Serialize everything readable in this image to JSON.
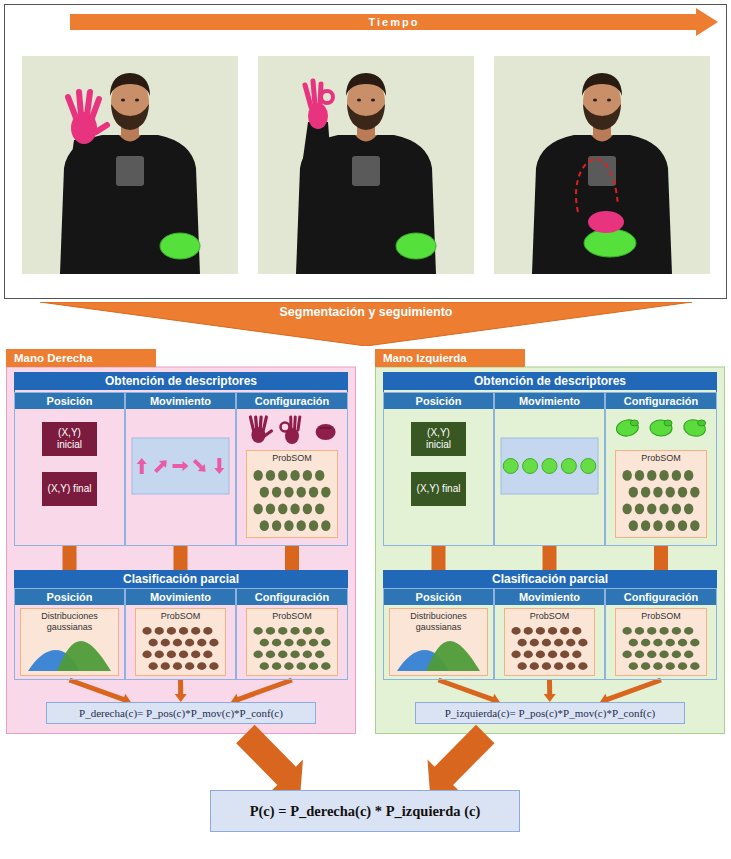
{
  "diagram": {
    "nodes": [
      {
        "text": [
          "Tiempo"
        ]
      },
      {
        "text": [
          "Segmentación y seguimiento"
        ]
      },
      {
        "text": [
          "Mano Derecha"
        ]
      },
      {
        "text": [
          "Obtención de descriptores"
        ],
        "in": 2
      },
      {
        "text": [
          "Posición"
        ],
        "in": 3
      },
      {
        "text": [
          "(X,Y) inicial"
        ],
        "in": 4
      },
      {
        "text": [
          "(X,Y) final"
        ],
        "in": 4
      },
      {
        "text": [
          "Movimiento"
        ],
        "in": 3
      },
      {
        "text": [
          "Configuración"
        ],
        "in": 3
      },
      {
        "text": [
          "ProbSOM"
        ],
        "in": 8
      },
      {
        "text": [
          "Clasificación parcial"
        ],
        "in": 2
      },
      {
        "text": [
          "Posición"
        ],
        "in": 10
      },
      {
        "text": [
          "Distribuciones gaussianas"
        ],
        "in": 11
      },
      {
        "text": [
          "Movimiento"
        ],
        "in": 10
      },
      {
        "text": [
          "ProbSOM"
        ],
        "in": 13
      },
      {
        "text": [
          "Configuración"
        ],
        "in": 10
      },
      {
        "text": [
          "ProbSOM"
        ],
        "in": 15
      },
      {
        "text": [
          "P_derecha(c)= P_pos(c)*P_mov(c)*P_conf(c)"
        ],
        "in": 2
      },
      {
        "text": [
          "Mano Izquierda"
        ]
      },
      {
        "text": [
          "Obtención de descriptores"
        ],
        "in": 18
      },
      {
        "text": [
          "Posición"
        ],
        "in": 19
      },
      {
        "text": [
          "(X,Y) inicial"
        ],
        "in": 20
      },
      {
        "text": [
          "(X,Y) final"
        ],
        "in": 20
      },
      {
        "text": [
          "Movimiento"
        ],
        "in": 19
      },
      {
        "text": [
          "Configuración"
        ],
        "in": 19
      },
      {
        "text": [
          "ProbSOM"
        ],
        "in": 24
      },
      {
        "text": [
          "Clasificación parcial"
        ],
        "in": 18
      },
      {
        "text": [
          "Posición"
        ],
        "in": 26
      },
      {
        "text": [
          "Distribuciones gaussianas"
        ],
        "in": 27
      },
      {
        "text": [
          "Movimiento"
        ],
        "in": 26
      },
      {
        "text": [
          "ProbSOM"
        ],
        "in": 29
      },
      {
        "text": [
          "Configuración"
        ],
        "in": 26
      },
      {
        "text": [
          "ProbSOM"
        ],
        "in": 31
      },
      {
        "text": [
          "P_izquierda(c)= P_pos(c)*P_mov(c)*P_conf(c)"
        ],
        "in": 18
      },
      {
        "text": [
          "P(c) = P_derecha(c) * P_izquierda (c)"
        ]
      }
    ],
    "edges": [
      {
        "from": 4,
        "to": 11,
        "arrow": "to"
      },
      {
        "from": 7,
        "to": 13,
        "arrow": "to"
      },
      {
        "from": 8,
        "to": 15,
        "arrow": "to"
      },
      {
        "from": 11,
        "to": 17,
        "arrow": "to"
      },
      {
        "from": 13,
        "to": 17,
        "arrow": "to"
      },
      {
        "from": 15,
        "to": 17,
        "arrow": "to"
      },
      {
        "from": 20,
        "to": 27,
        "arrow": "to"
      },
      {
        "from": 23,
        "to": 29,
        "arrow": "to"
      },
      {
        "from": 24,
        "to": 31,
        "arrow": "to"
      },
      {
        "from": 27,
        "to": 33,
        "arrow": "to"
      },
      {
        "from": 29,
        "to": 33,
        "arrow": "to"
      },
      {
        "from": 31,
        "to": 33,
        "arrow": "to"
      },
      {
        "from": 2,
        "to": 34,
        "arrow": "to"
      },
      {
        "from": 18,
        "to": 34,
        "arrow": "to"
      }
    ]
  }
}
